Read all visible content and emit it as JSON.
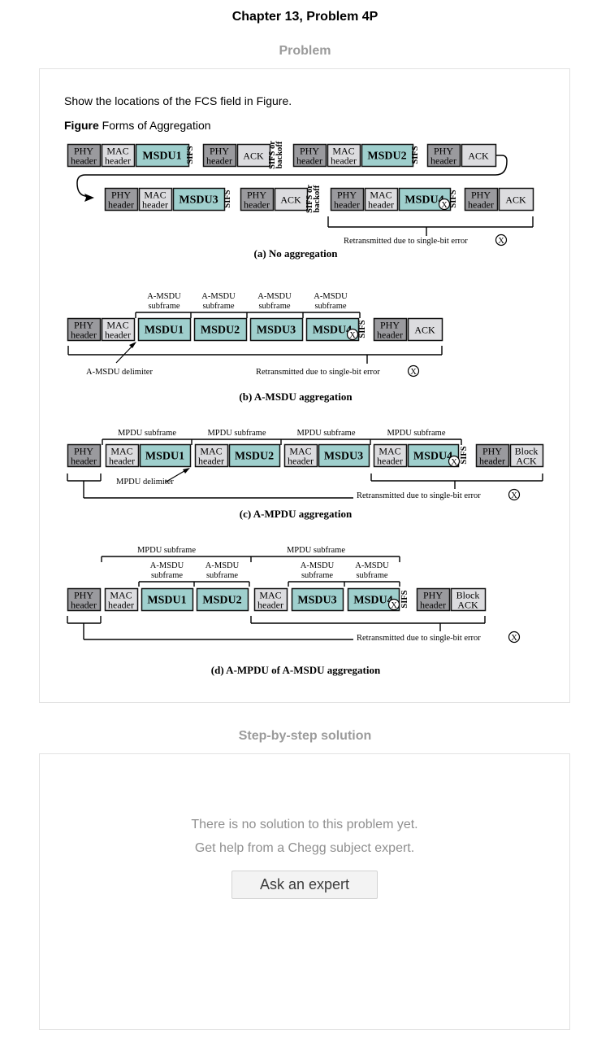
{
  "page": {
    "title": "Chapter 13, Problem 4P",
    "problem_heading": "Problem",
    "solution_heading": "Step-by-step solution"
  },
  "problem": {
    "question": "Show the locations of the FCS field in Figure.",
    "figure_label": "Figure",
    "figure_caption": "Forms of Aggregation"
  },
  "figure": {
    "phy": [
      "PHY",
      "header"
    ],
    "mac": [
      "MAC",
      "header"
    ],
    "block_ack": [
      "Block",
      "ACK"
    ],
    "sifs_or_backoff": [
      "SIFS or",
      "backoff"
    ],
    "ack": "ACK",
    "sifs": "SIFS",
    "msdu1": "MSDU1",
    "msdu2": "MSDU2",
    "msdu3": "MSDU3",
    "msdu4": "MSDU4",
    "amsdu_subframe": [
      "A-MSDU",
      "subframe"
    ],
    "mpdu_subframe": "MPDU subframe",
    "amsdu_delimiter": "A-MSDU delimiter",
    "mpdu_delimiter": "MPDU delimiter",
    "retransmitted": "Retransmitted due to single-bit error",
    "error_mark": "X",
    "captions": {
      "a": "(a) No aggregation",
      "b": "(b) A-MSDU aggregation",
      "c": "(c) A-MPDU aggregation",
      "d": "(d) A-MPDU of A-MSDU aggregation"
    }
  },
  "solution": {
    "line1": "There is no solution to this problem yet.",
    "line2": "Get help from a Chegg subject expert.",
    "button": "Ask an expert"
  },
  "colors": {
    "phy_fill": "#9a9a9e",
    "mac_fill": "#dcdcdf",
    "msdu_fill": "#9fcfcd",
    "ack_fill": "#dcdcdf"
  }
}
